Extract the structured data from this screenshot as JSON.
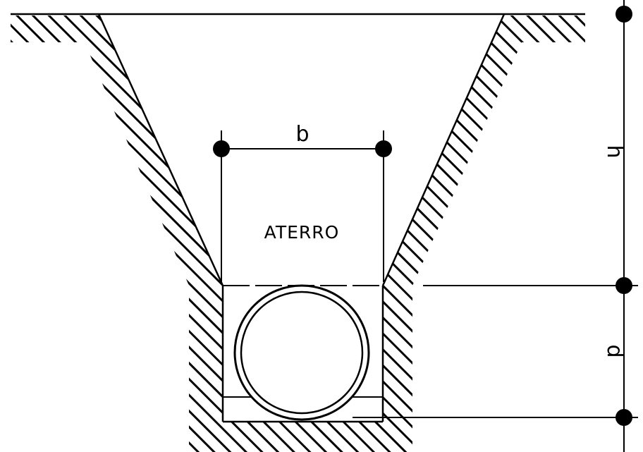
{
  "labels": {
    "width": "b",
    "fill": "ATERRO",
    "height": "h",
    "depth": "d"
  }
}
